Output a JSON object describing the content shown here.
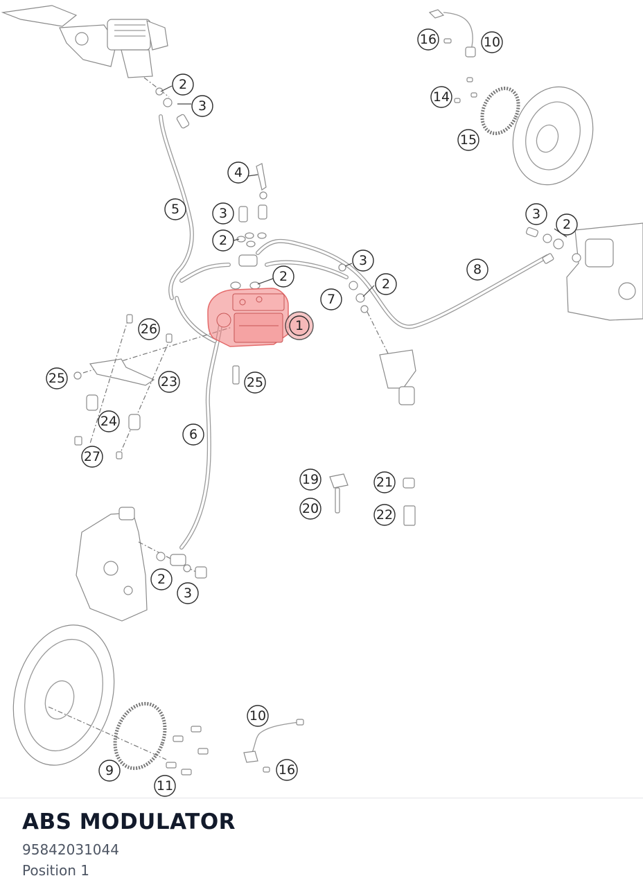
{
  "part": {
    "title": "ABS MODULATOR",
    "number": "95842031044",
    "position": "Position 1"
  },
  "colors": {
    "highlight": "#f08080",
    "title": "#121a2b",
    "meta": "#4d5563"
  },
  "callouts": [
    {
      "label": "1",
      "highlighted": true
    },
    {
      "label": "2"
    },
    {
      "label": "3"
    },
    {
      "label": "4"
    },
    {
      "label": "5"
    },
    {
      "label": "3"
    },
    {
      "label": "2"
    },
    {
      "label": "2"
    },
    {
      "label": "3"
    },
    {
      "label": "2"
    },
    {
      "label": "7"
    },
    {
      "label": "8"
    },
    {
      "label": "3"
    },
    {
      "label": "2"
    },
    {
      "label": "16"
    },
    {
      "label": "10"
    },
    {
      "label": "14"
    },
    {
      "label": "15"
    },
    {
      "label": "26"
    },
    {
      "label": "25"
    },
    {
      "label": "23"
    },
    {
      "label": "25"
    },
    {
      "label": "24"
    },
    {
      "label": "27"
    },
    {
      "label": "6"
    },
    {
      "label": "19"
    },
    {
      "label": "20"
    },
    {
      "label": "21"
    },
    {
      "label": "22"
    },
    {
      "label": "2"
    },
    {
      "label": "3"
    },
    {
      "label": "10"
    },
    {
      "label": "16"
    },
    {
      "label": "9"
    },
    {
      "label": "11"
    }
  ]
}
